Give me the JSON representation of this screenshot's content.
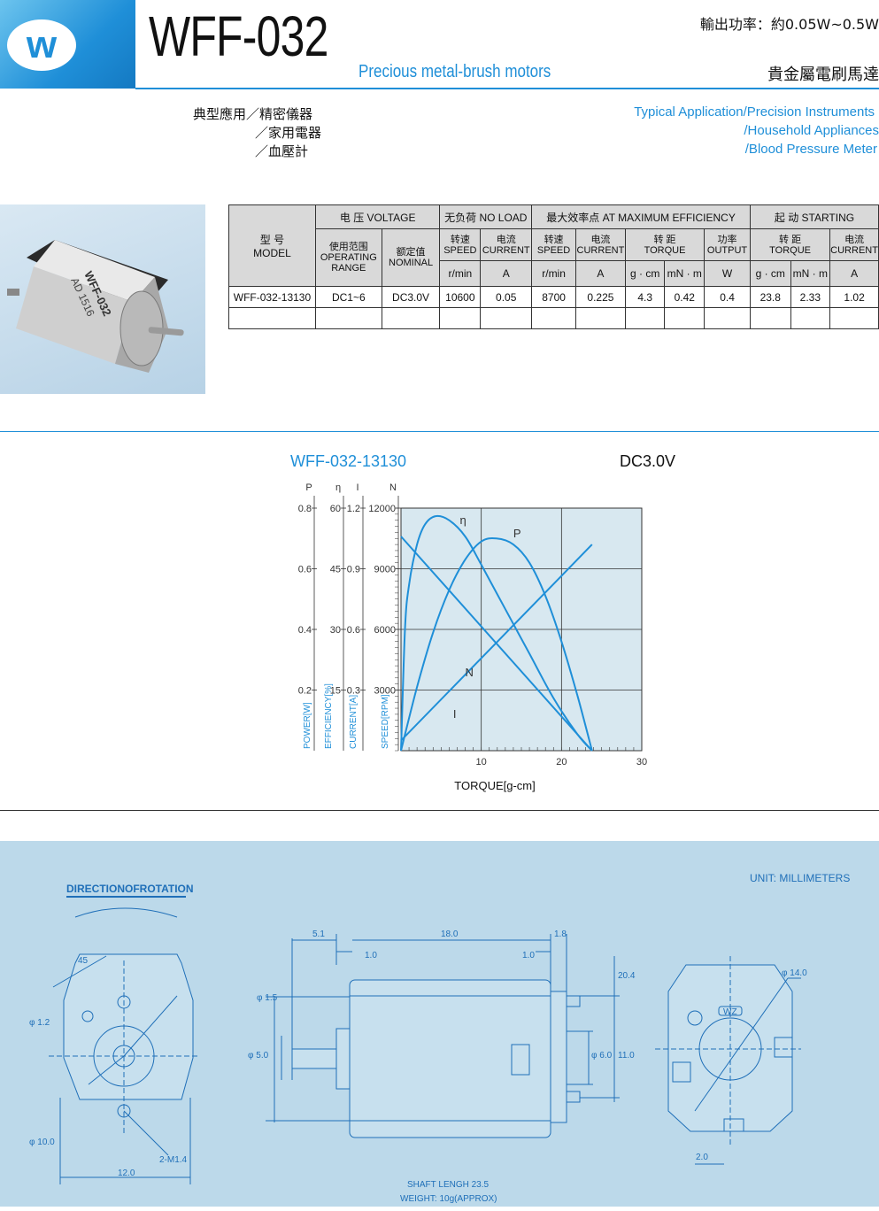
{
  "header": {
    "logo_letter": "w",
    "model": "WFF-032",
    "subtitle": "Precious metal-brush motors",
    "power_spec": "輸出功率：約0.05W~0.5W",
    "title_cn": "貴金屬電刷馬達"
  },
  "applications": {
    "cn": [
      "典型應用／精密儀器",
      "／家用電器",
      "／血壓計"
    ],
    "en": [
      "Typical Application/Precision Instruments",
      "/Household Appliances",
      "/Blood Pressure Meter"
    ]
  },
  "photo": {
    "label_line1": "WFF-032",
    "label_line2": "AD 1516"
  },
  "spec_table": {
    "model_header_cn": "型 号",
    "model_header_en": "MODEL",
    "voltage_header": "电 压 VOLTAGE",
    "operating_cn": "使用范围",
    "operating_en1": "OPERATING",
    "operating_en2": "RANGE",
    "nominal_cn": "额定值",
    "nominal_en": "NOMINAL",
    "no_load_header": "无负荷 NO LOAD",
    "max_eff_header": "最大效率点 AT MAXIMUM EFFICIENCY",
    "starting_header": "起 动 STARTING",
    "speed_cn": "转速",
    "speed_en": "SPEED",
    "current_cn": "电流",
    "current_en": "CURRENT",
    "torque_cn": "转 距",
    "torque_en": "TORQUE",
    "output_cn": "功率",
    "output_en": "OUTPUT",
    "units": {
      "rmin": "r/min",
      "amp": "A",
      "gcm": "g · cm",
      "mnm": "mN · m",
      "watt": "W"
    },
    "row": {
      "model": "WFF-032-13130",
      "operating_range": "DC1~6",
      "nominal": "DC3.0V",
      "noload_speed": "10600",
      "noload_current": "0.05",
      "eff_speed": "8700",
      "eff_current": "0.225",
      "eff_torque_gcm": "4.3",
      "eff_torque_mnm": "0.42",
      "eff_output": "0.4",
      "start_torque_gcm": "23.8",
      "start_torque_mnm": "2.33",
      "start_current": "1.02"
    }
  },
  "chart_data": {
    "type": "line",
    "title": "WFF-032-13130",
    "voltage": "DC3.0V",
    "xlabel": "TORQUE[g-cm]",
    "xlim": [
      0,
      30
    ],
    "x_ticks": [
      "10",
      "20",
      "30"
    ],
    "axes": [
      {
        "symbol": "P",
        "label": "POWER[W]",
        "ticks": [
          "0.8",
          "0.6",
          "0.4",
          "0.2"
        ],
        "range": [
          0,
          0.8
        ]
      },
      {
        "symbol": "η",
        "label": "EFFICIENCY[%]",
        "ticks": [
          "60",
          "45",
          "30",
          "15"
        ],
        "range": [
          0,
          60
        ]
      },
      {
        "symbol": "I",
        "label": "CURRENT[A]",
        "ticks": [
          "1.2",
          "0.9",
          "0.6",
          "0.3"
        ],
        "range": [
          0,
          1.2
        ]
      },
      {
        "symbol": "N",
        "label": "SPEED[RPM]",
        "ticks": [
          "12000",
          "9000",
          "6000",
          "3000"
        ],
        "range": [
          0,
          12000
        ]
      }
    ],
    "series": [
      {
        "name": "N",
        "axis": "N",
        "x": [
          0,
          23.8
        ],
        "y": [
          10600,
          0
        ]
      },
      {
        "name": "I",
        "axis": "I",
        "x": [
          0,
          23.8
        ],
        "y": [
          0.05,
          1.02
        ]
      },
      {
        "name": "P",
        "axis": "P",
        "x": [
          0,
          2,
          4,
          6,
          8,
          10,
          11.9,
          14,
          16,
          18,
          20,
          22,
          23.8
        ],
        "y": [
          0,
          0.21,
          0.39,
          0.53,
          0.63,
          0.69,
          0.7,
          0.68,
          0.62,
          0.51,
          0.36,
          0.18,
          0
        ]
      },
      {
        "name": "η",
        "axis": "η",
        "x": [
          0,
          0.5,
          1,
          2,
          3,
          4.3,
          6,
          8,
          10,
          13,
          16,
          19,
          22,
          23.8
        ],
        "y": [
          0,
          30,
          41,
          51,
          56,
          58,
          57,
          53,
          46,
          35,
          24,
          13,
          4,
          0
        ]
      }
    ]
  },
  "drawing": {
    "direction_label": "DIRECTIONOFROTATION",
    "unit_label": "UNIT: MILLIMETERS",
    "shaft_length": "SHAFT LENGH 23.5",
    "weight": "WEIGHT: 10g(APPROX)",
    "dims": {
      "d45": "45",
      "d12": "φ 1.2",
      "d100": "φ 10.0",
      "d120": "12.0",
      "d2m": "2-M1.4",
      "d51": "5.1",
      "d180": "18.0",
      "d18": "1.8",
      "d10a": "1.0",
      "d10b": "1.0",
      "d15": "φ 1.5",
      "d50": "φ 5.0",
      "d204": "20.4",
      "d60": "φ 6.0",
      "d110": "11.0",
      "d140": "φ 14.0",
      "d20": "2.0",
      "wz": "WZ"
    }
  }
}
